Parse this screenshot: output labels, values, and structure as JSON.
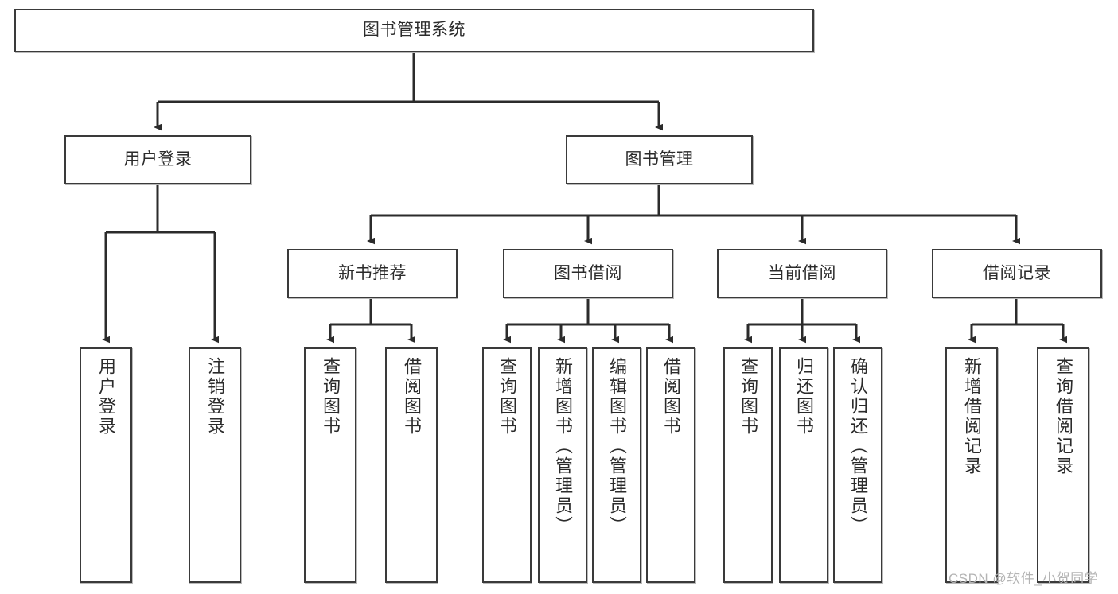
{
  "diagram": {
    "title": "图书管理系统",
    "type": "hierarchy-tree",
    "watermark": "CSDN @软件_小贺同学",
    "colors": {
      "node_border": "#3a3a3a",
      "node_fill": "#ffffff",
      "edge": "#2b2b2b",
      "text": "#2b2b2b",
      "watermark": "#b4b4b4",
      "background": "#ffffff"
    },
    "root": {
      "label": "图书管理系统"
    },
    "level2": [
      {
        "label": "用户登录"
      },
      {
        "label": "图书管理"
      }
    ],
    "level3": [
      {
        "label": "新书推荐"
      },
      {
        "label": "图书借阅"
      },
      {
        "label": "当前借阅"
      },
      {
        "label": "借阅记录"
      }
    ],
    "leaves": {
      "user_login": [
        {
          "label": "用户登录"
        },
        {
          "label": "注销登录"
        }
      ],
      "new_book_recommend": [
        {
          "label": "查询图书"
        },
        {
          "label": "借阅图书"
        }
      ],
      "book_borrow": [
        {
          "label": "查询图书"
        },
        {
          "label": "新增图书（管理员）"
        },
        {
          "label": "编辑图书（管理员）"
        },
        {
          "label": "借阅图书"
        }
      ],
      "current_borrow": [
        {
          "label": "查询图书"
        },
        {
          "label": "归还图书"
        },
        {
          "label": "确认归还（管理员）"
        }
      ],
      "borrow_record": [
        {
          "label": "新增借阅记录"
        },
        {
          "label": "查询借阅记录"
        }
      ]
    }
  }
}
